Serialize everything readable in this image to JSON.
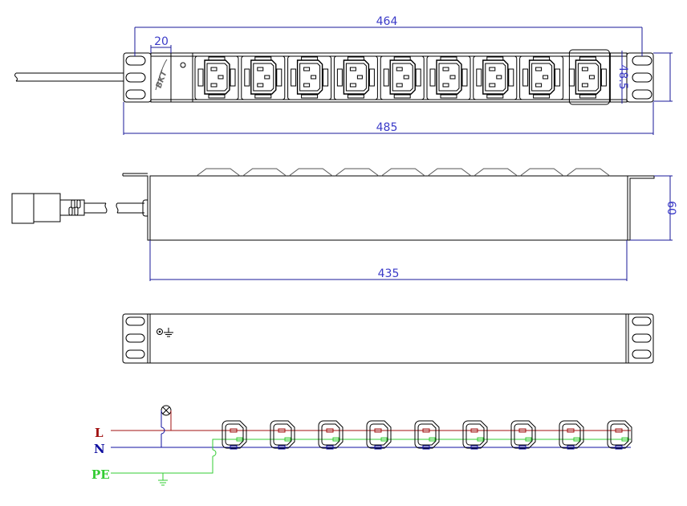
{
  "drawing": {
    "title": "Rack PDU technical drawing",
    "brand_logo": "BKT",
    "outlet_count": 9,
    "outlet_type": "IEC C13",
    "views": [
      "front-view",
      "side-view",
      "rear-view",
      "wiring-schematic"
    ]
  },
  "dimensions": {
    "mount_hole_span": "464",
    "logo_panel_width": "20",
    "overall_width": "485",
    "height_front": "48.5",
    "body_length": "435",
    "depth": "60"
  },
  "schematic": {
    "line_label": "L",
    "neutral_label": "N",
    "earth_label": "PE",
    "outlet_count": 9
  },
  "colors": {
    "dimension": "#1a1a9a",
    "dimension_text": "#3a3ac8",
    "live": "#a01010",
    "neutral": "#1010a0",
    "earth": "#33cc33",
    "outline": "#000000"
  }
}
